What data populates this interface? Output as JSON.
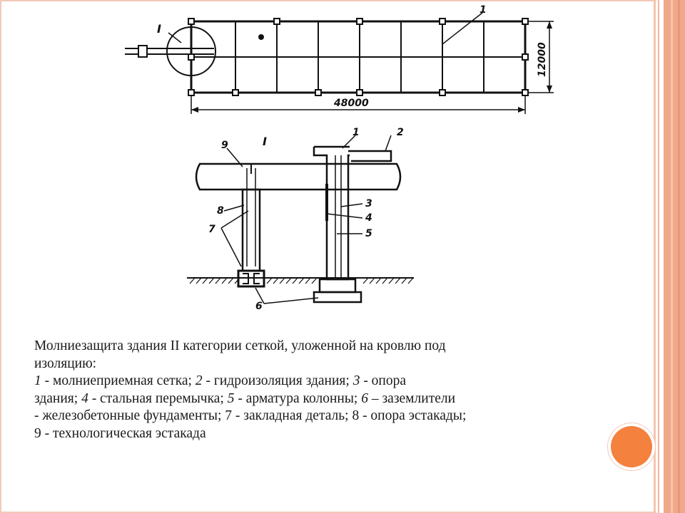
{
  "diagram": {
    "plan": {
      "length_label": "48000",
      "width_label": "12000",
      "callout_grid": "1",
      "callout_detail": "I"
    },
    "section": {
      "detail_label": "I",
      "callouts": [
        "1",
        "2",
        "3",
        "4",
        "5",
        "6",
        "7",
        "8",
        "9"
      ]
    }
  },
  "caption": {
    "line1": "Молниезащита здания II категории сеткой, уложенной на кровлю под",
    "line2": "изоляцию:",
    "items": [
      {
        "num": "1",
        "text": " - молниеприемная сетка; "
      },
      {
        "num": "2",
        "text": " - гидроизоляция здания; "
      },
      {
        "num": "3",
        "text": " - опора"
      },
      {
        "num": "",
        "text": "здания; "
      },
      {
        "num": "4",
        "text": " - стальная перемычка; "
      },
      {
        "num": "5",
        "text": " - арматура колонны; "
      },
      {
        "num": "6",
        "text": " – заземлители"
      }
    ],
    "line5": "- железобетонные фундаменты; 7 - закладная деталь; 8 - опора эстакады;",
    "line6": "9 - технологическая эстакада"
  },
  "colors": {
    "accent_dot": "#f5813f",
    "stripe": "#f0a88a",
    "border": "#f2c9bb"
  }
}
